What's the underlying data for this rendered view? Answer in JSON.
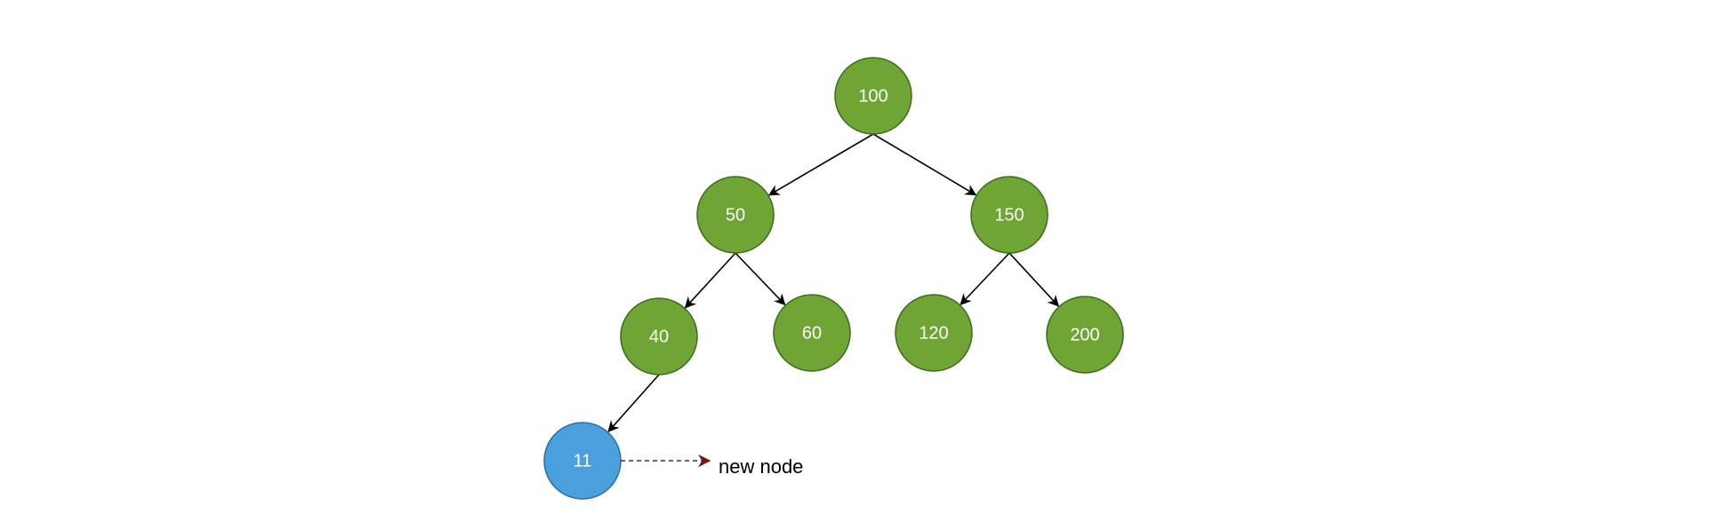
{
  "diagram": {
    "nodes": [
      {
        "id": "n100",
        "label": "100",
        "kind": "existing"
      },
      {
        "id": "n50",
        "label": "50",
        "kind": "existing"
      },
      {
        "id": "n150",
        "label": "150",
        "kind": "existing"
      },
      {
        "id": "n40",
        "label": "40",
        "kind": "existing"
      },
      {
        "id": "n60",
        "label": "60",
        "kind": "existing"
      },
      {
        "id": "n120",
        "label": "120",
        "kind": "existing"
      },
      {
        "id": "n200",
        "label": "200",
        "kind": "existing"
      },
      {
        "id": "n11",
        "label": "11",
        "kind": "new"
      }
    ],
    "edges": [
      {
        "from": "n100",
        "to": "n50"
      },
      {
        "from": "n100",
        "to": "n150"
      },
      {
        "from": "n50",
        "to": "n40"
      },
      {
        "from": "n50",
        "to": "n60"
      },
      {
        "from": "n150",
        "to": "n120"
      },
      {
        "from": "n150",
        "to": "n200"
      },
      {
        "from": "n40",
        "to": "n11"
      }
    ],
    "annotation": {
      "text": "new node",
      "target": "n11",
      "style": "dashed",
      "color": "#6b1a1a"
    }
  },
  "colors": {
    "existing_fill": "#6fa535",
    "existing_stroke": "#3d6b1e",
    "new_fill": "#4a9fdd",
    "new_stroke": "#2a6fa8",
    "edge": "#000000",
    "text": "#ffffff"
  }
}
